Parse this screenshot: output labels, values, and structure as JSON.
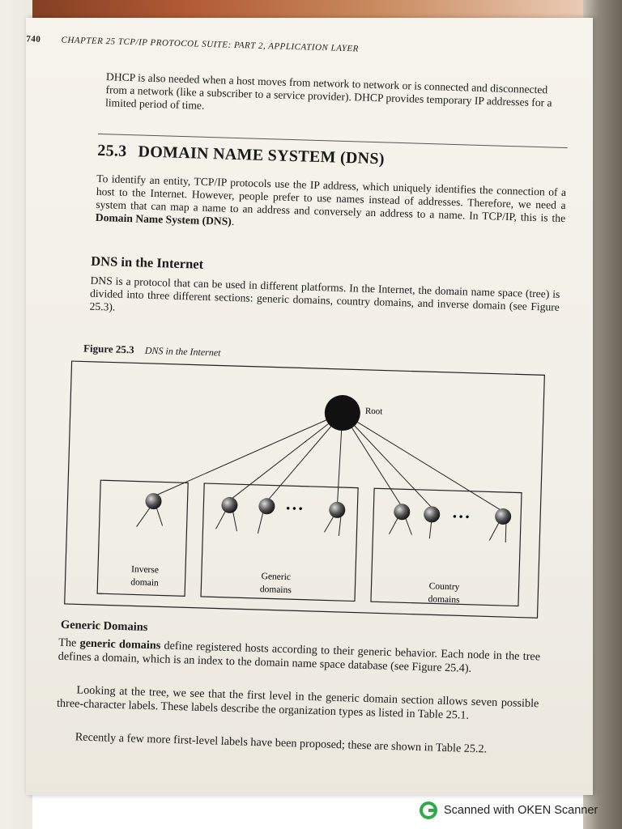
{
  "header": {
    "page_number": "740",
    "running_title": "CHAPTER 25   TCP/IP PROTOCOL SUITE: PART 2, APPLICATION LAYER"
  },
  "dhcp_paragraph": "DHCP is also needed when a host moves from network to network or is connected and disconnected from a network (like a subscriber to a service provider). DHCP provides temporary IP addresses for a limited period of time.",
  "section": {
    "number": "25.3",
    "title": "DOMAIN NAME SYSTEM (DNS)",
    "intro_parts": [
      "To identify an entity, TCP/IP protocols use the IP address, which uniquely identifies the connection of a host to the Internet. However, people prefer to use names instead of addresses. Therefore, we need a system that can map a name to an address and conversely an address to a name. In TCP/IP, this is the ",
      "Domain Name System (DNS)",
      "."
    ]
  },
  "subsection": {
    "title": "DNS in the Internet",
    "text": "DNS is a protocol that can be used in different platforms. In the Internet, the domain name space (tree) is divided into three different sections: generic domains, country domains, and inverse domain (see Figure 25.3)."
  },
  "figure": {
    "label": "Figure 25.3",
    "title": "DNS in the Internet",
    "root_label": "Root",
    "ellipsis": "• • •",
    "boxes": [
      {
        "line1": "Inverse",
        "line2": "domain"
      },
      {
        "line1": "Generic",
        "line2": "domains"
      },
      {
        "line1": "Country",
        "line2": "domains"
      }
    ]
  },
  "generic": {
    "title": "Generic Domains",
    "p1_parts": [
      "The ",
      "generic domains",
      " define registered hosts according to their generic behavior. Each node in the tree defines a domain, which is an index to the domain name space database (see Figure 25.4)."
    ],
    "p2": "Looking at the tree, we see that the first level in the generic domain section allows seven possible three-character labels. These labels describe the organization types as listed in Table 25.1.",
    "p3": "Recently a few more first-level labels have been proposed; these are shown in Table 25.2."
  },
  "scanner": {
    "text": "Scanned with OKEN Scanner",
    "brand_color": "#2eaa4a"
  }
}
